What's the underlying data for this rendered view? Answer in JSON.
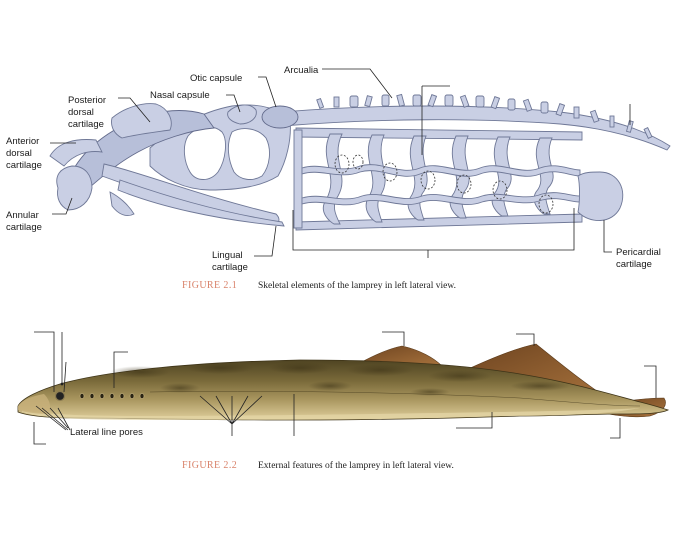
{
  "figure1": {
    "labels": {
      "arcualia": "Arcualia",
      "otic_capsule": "Otic capsule",
      "nasal_capsule": "Nasal capsule",
      "posterior_dorsal": [
        "Posterior",
        "dorsal",
        "cartilage"
      ],
      "anterior_dorsal": [
        "Anterior",
        "dorsal",
        "cartilage"
      ],
      "annular": [
        "Annular",
        "cartilage"
      ],
      "lingual": [
        "Lingual",
        "cartilage"
      ],
      "pericardial": [
        "Pericardial",
        "cartilage"
      ]
    },
    "caption_number": "FIGURE 2.1",
    "caption_text": "Skeletal elements of the lamprey in left lateral view."
  },
  "figure2": {
    "labels": {
      "lateral_line_pores": "Lateral line pores"
    },
    "caption_number": "FIGURE 2.2",
    "caption_text": "External features of the lamprey in left lateral view."
  },
  "colors": {
    "cartilage_fill": "#c9cfe4",
    "cartilage_edge": "#6f7897",
    "body_dark": "#5e5028",
    "body_light": "#d8c58e",
    "fin": "#8b5a2b",
    "caption_number": "#d9826a"
  }
}
